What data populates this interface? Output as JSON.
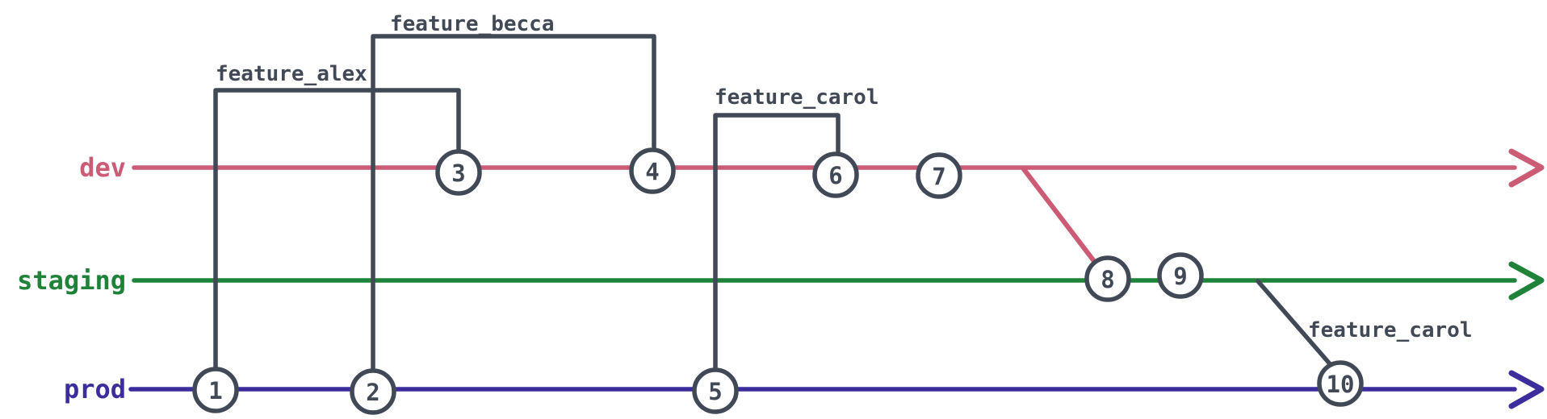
{
  "diagram": {
    "type": "git-branching-diagram",
    "background": "#ffffff",
    "colors": {
      "dev": "#cc5c75",
      "staging": "#1f8239",
      "prod": "#3c2d9c",
      "ink": "#414956",
      "node_fill": "#ffffff"
    },
    "branches": [
      {
        "name": "dev"
      },
      {
        "name": "staging"
      },
      {
        "name": "prod"
      }
    ],
    "features": [
      {
        "label": "feature_alex",
        "branches_from": "prod commit 1",
        "merges_into": "dev commit 3"
      },
      {
        "label": "feature_becca",
        "branches_from": "prod commit 2",
        "merges_into": "dev commit 4"
      },
      {
        "label": "feature_carol",
        "branches_from": "prod commit 5",
        "merges_into": "dev commit 6"
      },
      {
        "label": "feature_carol",
        "branches_from": "staging after commit 9",
        "ends_at": "prod commit 10"
      }
    ],
    "merges": [
      {
        "from": "dev",
        "into": "staging",
        "at_commit": "8"
      }
    ],
    "commits": [
      {
        "id": "1",
        "branch": "prod"
      },
      {
        "id": "2",
        "branch": "prod"
      },
      {
        "id": "3",
        "branch": "dev"
      },
      {
        "id": "4",
        "branch": "dev"
      },
      {
        "id": "5",
        "branch": "prod"
      },
      {
        "id": "6",
        "branch": "dev"
      },
      {
        "id": "7",
        "branch": "dev"
      },
      {
        "id": "8",
        "branch": "staging"
      },
      {
        "id": "9",
        "branch": "staging"
      },
      {
        "id": "10",
        "branch": "prod"
      }
    ]
  }
}
